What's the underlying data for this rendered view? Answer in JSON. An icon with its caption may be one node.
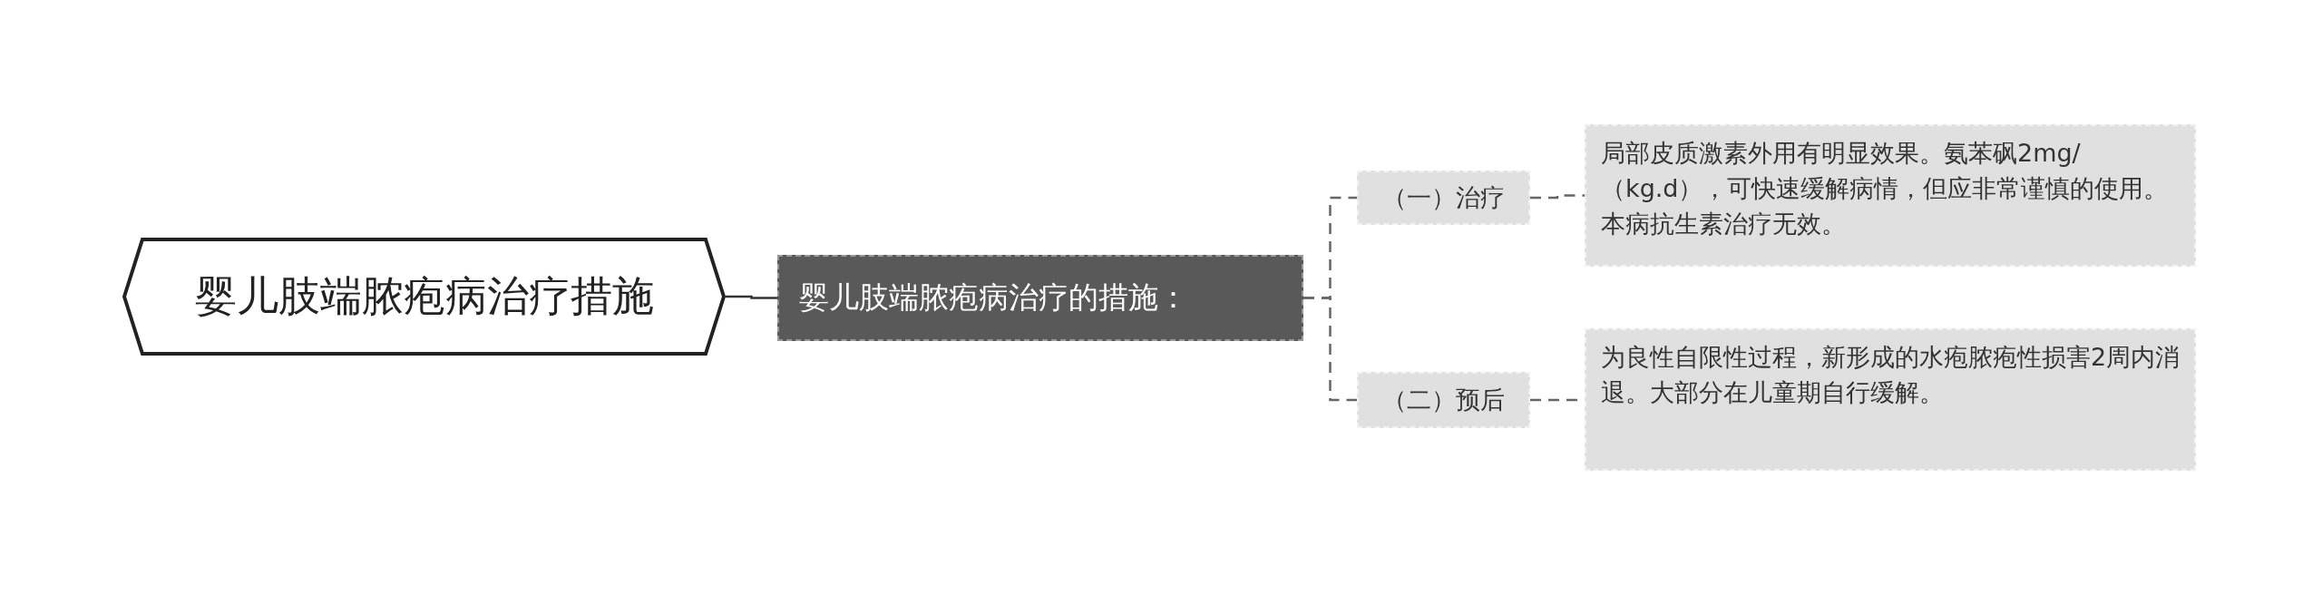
{
  "diagram": {
    "nodes": [
      {
        "text": [
          "婴儿肢端脓疱病治疗措施"
        ]
      },
      {
        "text": [
          "婴儿肢端脓疱病治疗的措施："
        ]
      },
      {
        "text": [
          "（一）治疗"
        ]
      },
      {
        "text": [
          "局部皮质激素外用有明显效果。氨苯砜2mg/（kg.d），可快速缓解病情，但应非常谨慎的使用。本病抗生素治疗无效。"
        ]
      },
      {
        "text": [
          "（二）预后"
        ]
      },
      {
        "text": [
          "为良性自限性过程，新形成的水疱脓疱性损害2周内消退。大部分在儿童期自行缓解。"
        ]
      }
    ],
    "edges": [
      {
        "from": 0,
        "to": 1,
        "arrow": "none"
      },
      {
        "from": 1,
        "to": 2,
        "arrow": "none",
        "style": "dashed"
      },
      {
        "from": 1,
        "to": 4,
        "arrow": "none",
        "style": "dashed"
      },
      {
        "from": 2,
        "to": 3,
        "arrow": "none",
        "style": "dashed"
      },
      {
        "from": 4,
        "to": 5,
        "arrow": "none",
        "style": "dashed"
      }
    ]
  }
}
